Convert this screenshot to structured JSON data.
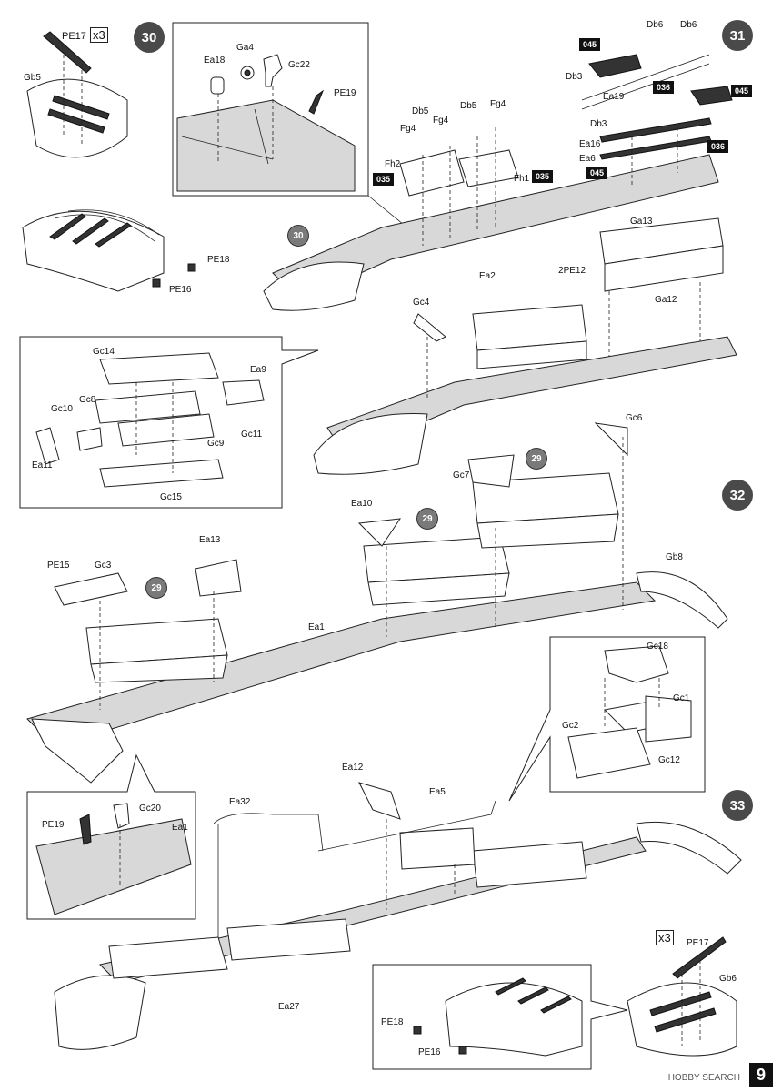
{
  "steps": [
    "30",
    "31",
    "32",
    "33"
  ],
  "page_number": "9",
  "watermark": "HOBBY SEARCH",
  "ref_circle": "29",
  "ref_circle_30": "30",
  "multiplier": "x3",
  "multiplier_value": "3",
  "multiplier_pe12": "2",
  "paint_codes": [
    "045",
    "036",
    "035"
  ],
  "labels": {
    "pe17": "PE17",
    "gb5": "Gb5",
    "pe18": "PE18",
    "pe16": "PE16",
    "ea18": "Ea18",
    "ga4": "Ga4",
    "gc22": "Gc22",
    "pe19": "PE19",
    "db6": "Db6",
    "db3": "Db3",
    "ea19": "Ea19",
    "ea16": "Ea16",
    "ea6": "Ea6",
    "db5": "Db5",
    "fg4": "Fg4",
    "fh2": "Fh2",
    "fh1": "Fh1",
    "ea2": "Ea2",
    "ga13": "Ga13",
    "pe12": "PE12",
    "ga12": "Ga12",
    "gc4": "Gc4",
    "gc14": "Gc14",
    "gc8": "Gc8",
    "gc10": "Gc10",
    "ea9": "Ea9",
    "gc11": "Gc11",
    "gc9": "Gc9",
    "ea11": "Ea11",
    "gc15": "Gc15",
    "gc6": "Gc6",
    "gc7": "Gc7",
    "ea10": "Ea10",
    "ea13": "Ea13",
    "pe15": "PE15",
    "gc3": "Gc3",
    "ea1": "Ea1",
    "gb8": "Gb8",
    "gc18": "Gc18",
    "gc1": "Gc1",
    "gc2": "Gc2",
    "gc12": "Gc12",
    "gc20": "Gc20",
    "ea12": "Ea12",
    "ea32": "Ea32",
    "ea5": "Ea5",
    "ea27": "Ea27",
    "gb6": "Gb6"
  }
}
